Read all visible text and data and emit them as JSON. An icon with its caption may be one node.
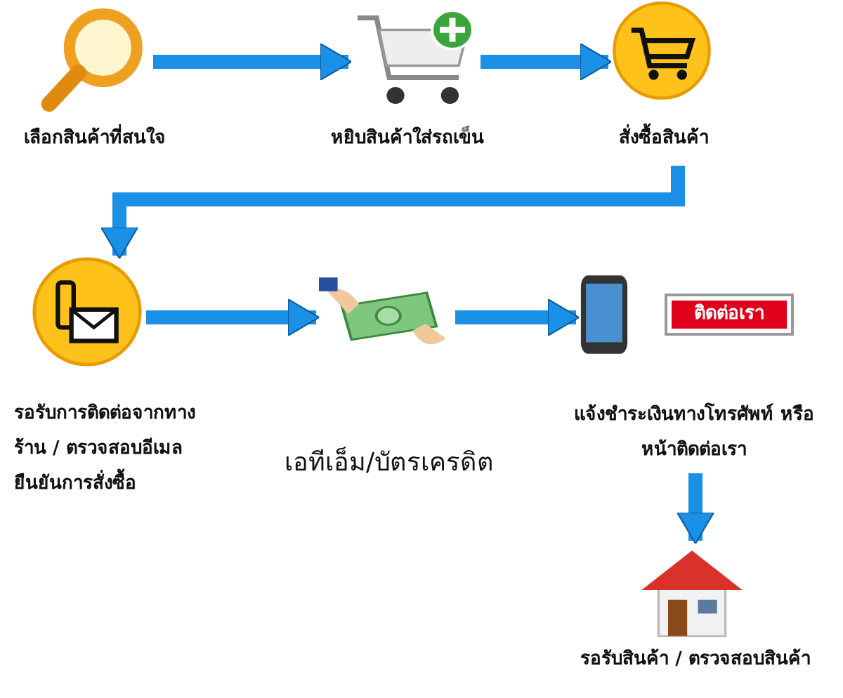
{
  "diagram": {
    "nodes": [
      {
        "text": [
          "เลือกสินค้าที่สนใจ"
        ]
      },
      {
        "text": [
          "หยิบสินค้าใส่รถเข็น"
        ]
      },
      {
        "text": [
          "สั่งซื้อสินค้า"
        ]
      },
      {
        "text": [
          "รอรับการติดต่อจากทางร้าน / ตรวจสอบอีเมลยืนยันการสั่งซื้อ"
        ]
      },
      {
        "text": [
          "เอทีเอ็ม/บัตรเครดิต"
        ]
      },
      {
        "text": [
          "แจ้งชำระเงินทางโทรศัพท์ หรือ หน้าติดต่อเรา"
        ]
      },
      {
        "text": [
          "ติดต่อเรา"
        ]
      },
      {
        "text": [
          "รอรับสินค้า / ตรวจสอบสินค้า"
        ]
      }
    ],
    "edges": [
      {
        "from": 0,
        "to": 1,
        "arrow": "to"
      },
      {
        "from": 1,
        "to": 2,
        "arrow": "to"
      },
      {
        "from": 2,
        "to": 3,
        "arrow": "to"
      },
      {
        "from": 3,
        "to": 4,
        "arrow": "to"
      },
      {
        "from": 4,
        "to": 5,
        "arrow": "to"
      },
      {
        "from": 5,
        "to": 7,
        "arrow": "to"
      }
    ]
  }
}
